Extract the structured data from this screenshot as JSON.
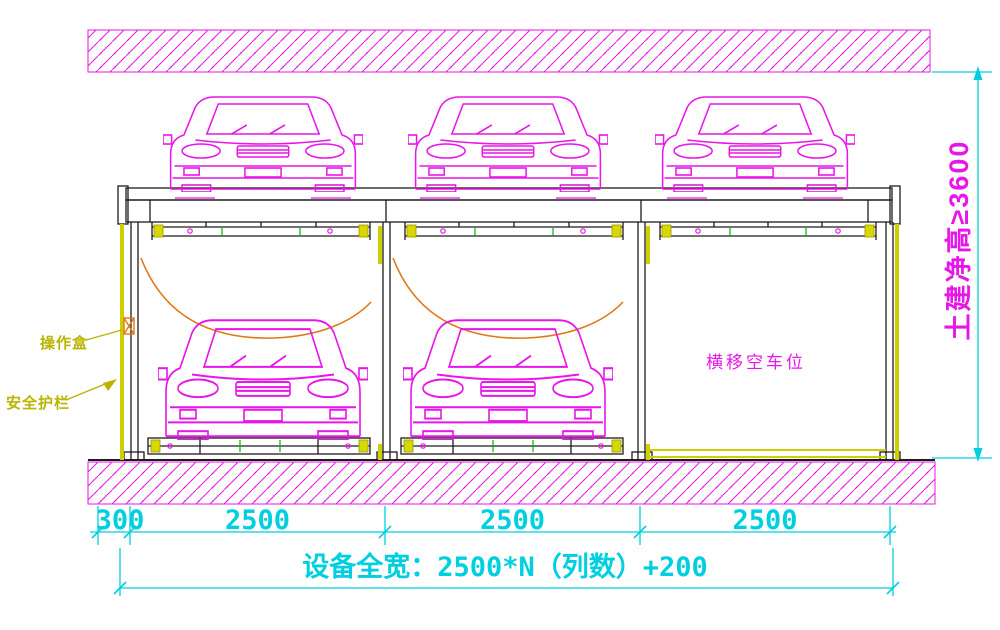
{
  "colors": {
    "cyan": "#00cfe0",
    "magenta": "#e816e8",
    "yellow": "#cfcf00",
    "orange": "#e07818",
    "green": "#00b400",
    "line": "#1c1c1c"
  },
  "annotations": {
    "operation_box": "操作盒",
    "safety_rail": "安全护栏",
    "shuttle_empty_space": "横移空车位",
    "clear_height": "土建净高≥3600"
  },
  "dimensions": {
    "edge_offset": "300",
    "bay_width_1": "2500",
    "bay_width_2": "2500",
    "bay_width_3": "2500",
    "total_width_formula": "设备全宽：2500*N（列数）+200"
  }
}
